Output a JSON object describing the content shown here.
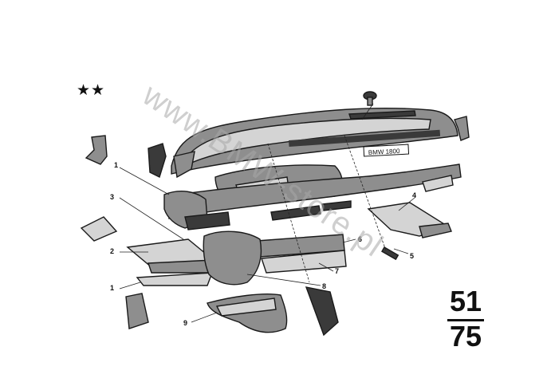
{
  "header": {
    "stars": "★★"
  },
  "watermark": {
    "text": "www.BMW-store.pl"
  },
  "badge": {
    "text": "BMW 1800"
  },
  "callouts": {
    "c1_top": "1",
    "c2": "2",
    "c3": "3",
    "c1_low": "1",
    "c4": "4",
    "c5": "5",
    "c6": "6",
    "c7": "7",
    "c8": "8",
    "c9": "9"
  },
  "group": {
    "top": "51",
    "bottom": "75"
  },
  "colors": {
    "ink": "#111111",
    "shade": "#8e8e8e",
    "dark": "#3a3a3a",
    "watermark": "#a8a8a8"
  }
}
